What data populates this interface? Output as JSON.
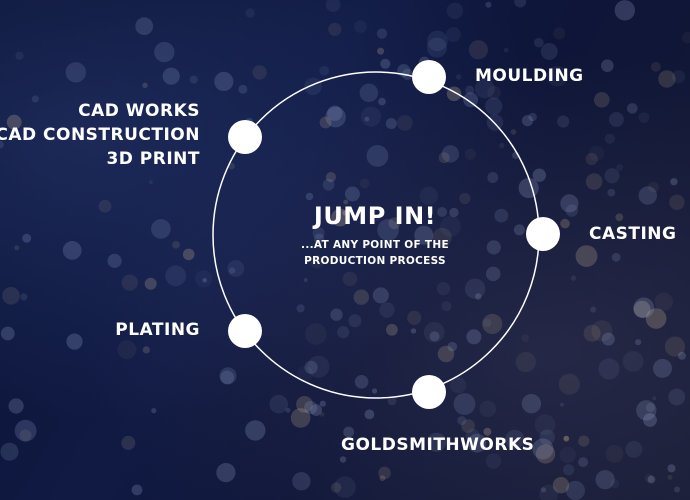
{
  "diagram": {
    "title": "JUMP IN!",
    "subtitle_lines": [
      "...AT ANY POINT OF THE",
      "PRODUCTION PROCESS"
    ],
    "nodes": [
      {
        "name": "cad-node",
        "lines": [
          "CAD WORKS",
          "CAD CONSTRUCTION",
          "3D PRINT"
        ]
      },
      {
        "name": "moulding-node",
        "lines": [
          "MOULDING"
        ]
      },
      {
        "name": "casting-node",
        "lines": [
          "CASTING"
        ]
      },
      {
        "name": "goldsmithworks-node",
        "lines": [
          "GOLDSMITHWORKS"
        ]
      },
      {
        "name": "plating-node",
        "lines": [
          "PLATING"
        ]
      }
    ],
    "colors": {
      "background": "#0e1538",
      "ring": "#ffffff",
      "node": "#ffffff",
      "text": "#ffffff"
    }
  }
}
